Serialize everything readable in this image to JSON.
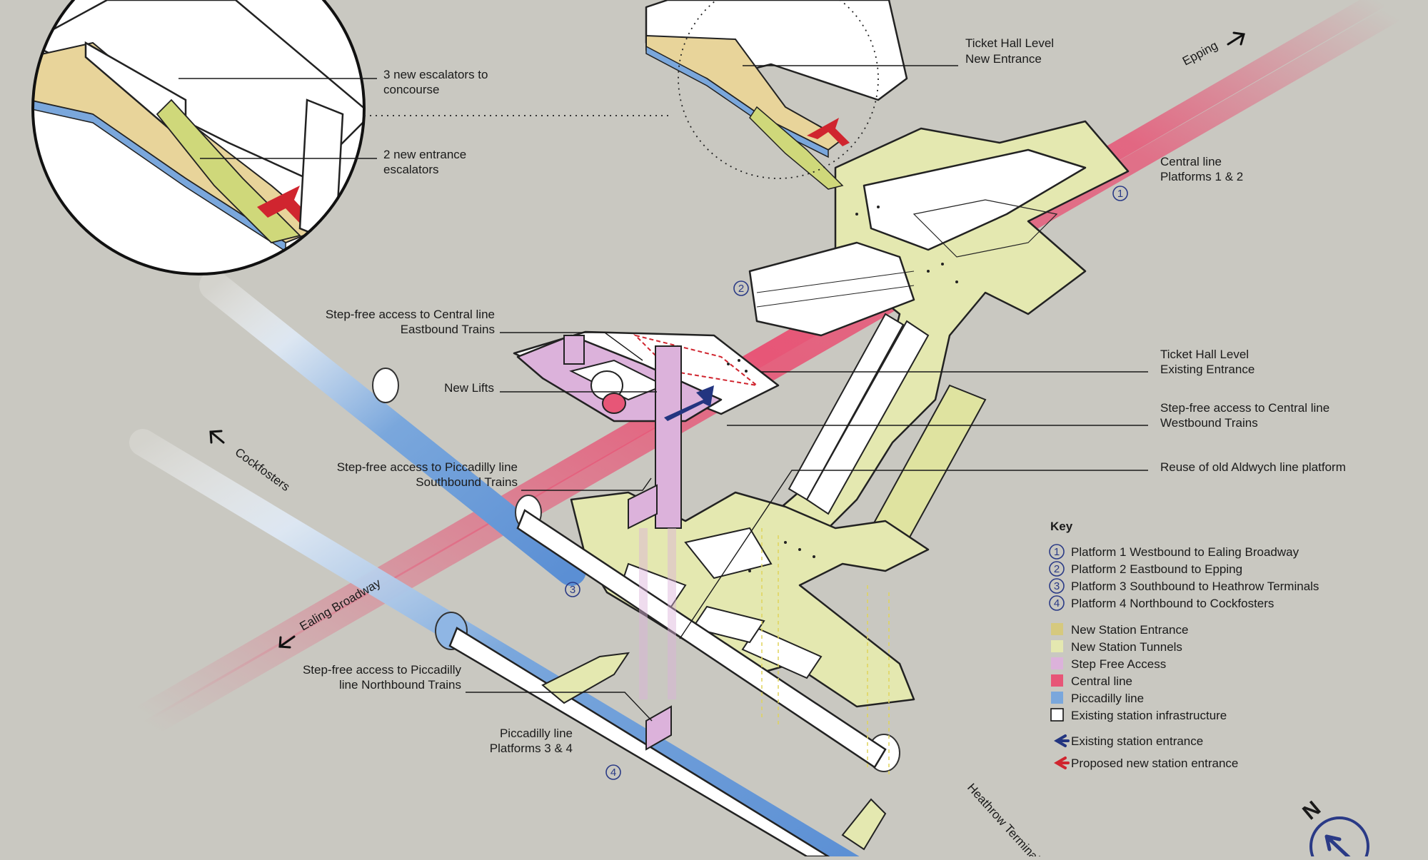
{
  "labels": {
    "escalators_concourse": [
      "3 new escalators to",
      "concourse"
    ],
    "entrance_escalators": [
      "2 new entrance",
      "escalators"
    ],
    "ticket_hall_new": [
      "Ticket Hall Level",
      "New Entrance"
    ],
    "epping": "Epping",
    "central_platforms": [
      "Central line",
      "Platforms 1 & 2"
    ],
    "stepfree_central_eb": [
      "Step-free access to Central line",
      "Eastbound Trains"
    ],
    "new_lifts": "New Lifts",
    "ticket_hall_existing": [
      "Ticket Hall Level",
      "Existing Entrance"
    ],
    "stepfree_central_wb": [
      "Step-free access to Central line",
      "Westbound Trains"
    ],
    "aldwych": "Reuse of old Aldwych line platform",
    "stepfree_piccadilly_sb": [
      "Step-free  access to Piccadilly line",
      "Southbound Trains"
    ],
    "cockfosters": "Cockfosters",
    "ealing": "Ealing Broadway",
    "stepfree_piccadilly_nb": [
      "Step-free access to Piccadilly",
      "line Northbound Trains"
    ],
    "piccadilly_platforms": [
      "Piccadilly line",
      "Platforms 3 & 4"
    ],
    "heathrow": "Heathrow Terminals"
  },
  "platform_markers": [
    "1",
    "2",
    "3",
    "4"
  ],
  "key": {
    "title": "Key",
    "platforms": [
      {
        "num": "1",
        "label": "Platform 1 Westbound to Ealing Broadway"
      },
      {
        "num": "2",
        "label": "Platform 2 Eastbound to Epping"
      },
      {
        "num": "3",
        "label": "Platform 3 Southbound to Heathrow Terminals"
      },
      {
        "num": "4",
        "label": "Platform 4 Northbound to Cockfosters"
      }
    ],
    "swatches": [
      {
        "label": "New Station Entrance",
        "color": "#d6c97e"
      },
      {
        "label": "New Station Tunnels",
        "color": "#e4e8b0"
      },
      {
        "label": "Step Free Access",
        "color": "#dcb2db"
      },
      {
        "label": "Central line",
        "color": "#e75677"
      },
      {
        "label": "Piccadilly line",
        "color": "#7aa7dc"
      },
      {
        "label": "Existing station infrastructure",
        "color": "#ffffff"
      }
    ],
    "arrows": [
      {
        "label": "Existing station entrance",
        "color": "#233580"
      },
      {
        "label": "Proposed new station entrance",
        "color": "#d0252f"
      }
    ]
  },
  "north_label": "N"
}
